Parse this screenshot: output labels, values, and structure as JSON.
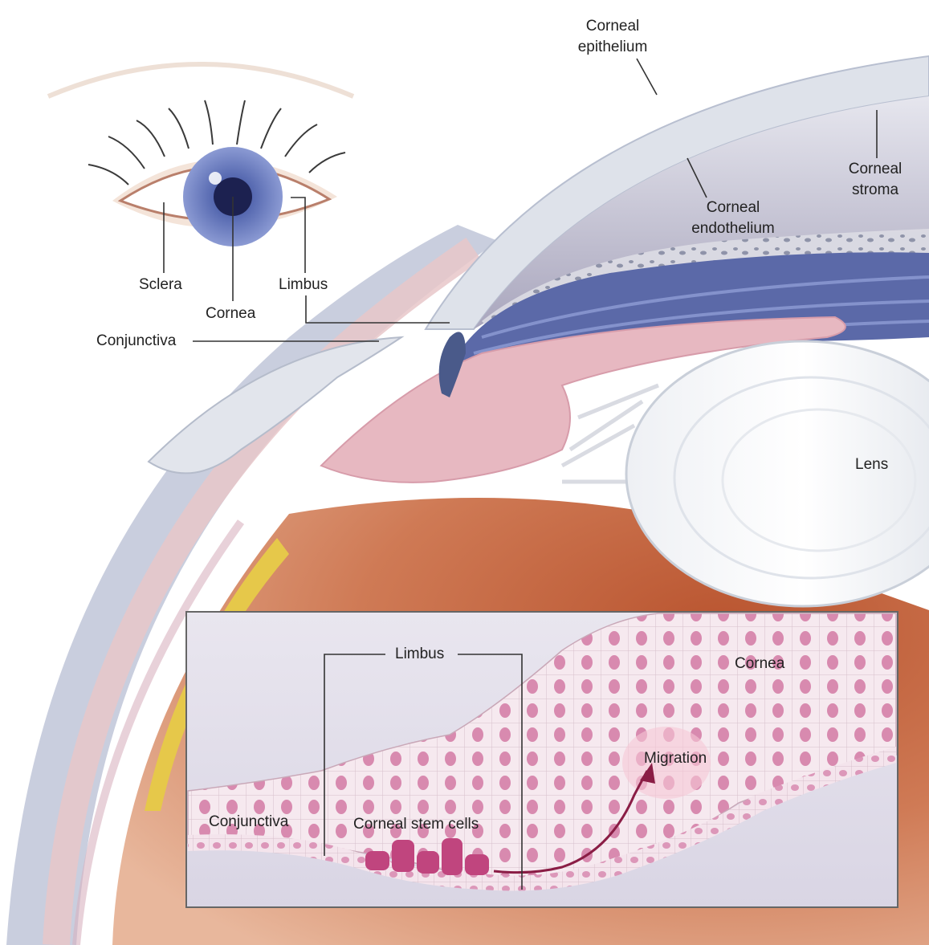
{
  "labels": {
    "corneal_epithelium": [
      "Corneal",
      "epithelium"
    ],
    "corneal_stroma": [
      "Corneal",
      "stroma"
    ],
    "corneal_endothelium": [
      "Corneal",
      "endothelium"
    ],
    "sclera": "Sclera",
    "cornea": "Cornea",
    "limbus": "Limbus",
    "conjunctiva": "Conjunctiva",
    "lens": "Lens"
  },
  "inset": {
    "limbus": "Limbus",
    "cornea": "Cornea",
    "migration": "Migration",
    "conjunctiva": "Conjunctiva",
    "stem_cells": "Corneal stem cells"
  },
  "colors": {
    "sclera_band": "#c9cede",
    "chamber": "#b7b4c8",
    "iris": "#5b69a8",
    "ciliary": "#e7b8c1",
    "retina": "#c76a4a",
    "choroid_yellow": "#e6c84a",
    "eye_iris": "#6f82c4",
    "stem_cell": "#c0457e",
    "arrow": "#8a1d45"
  }
}
